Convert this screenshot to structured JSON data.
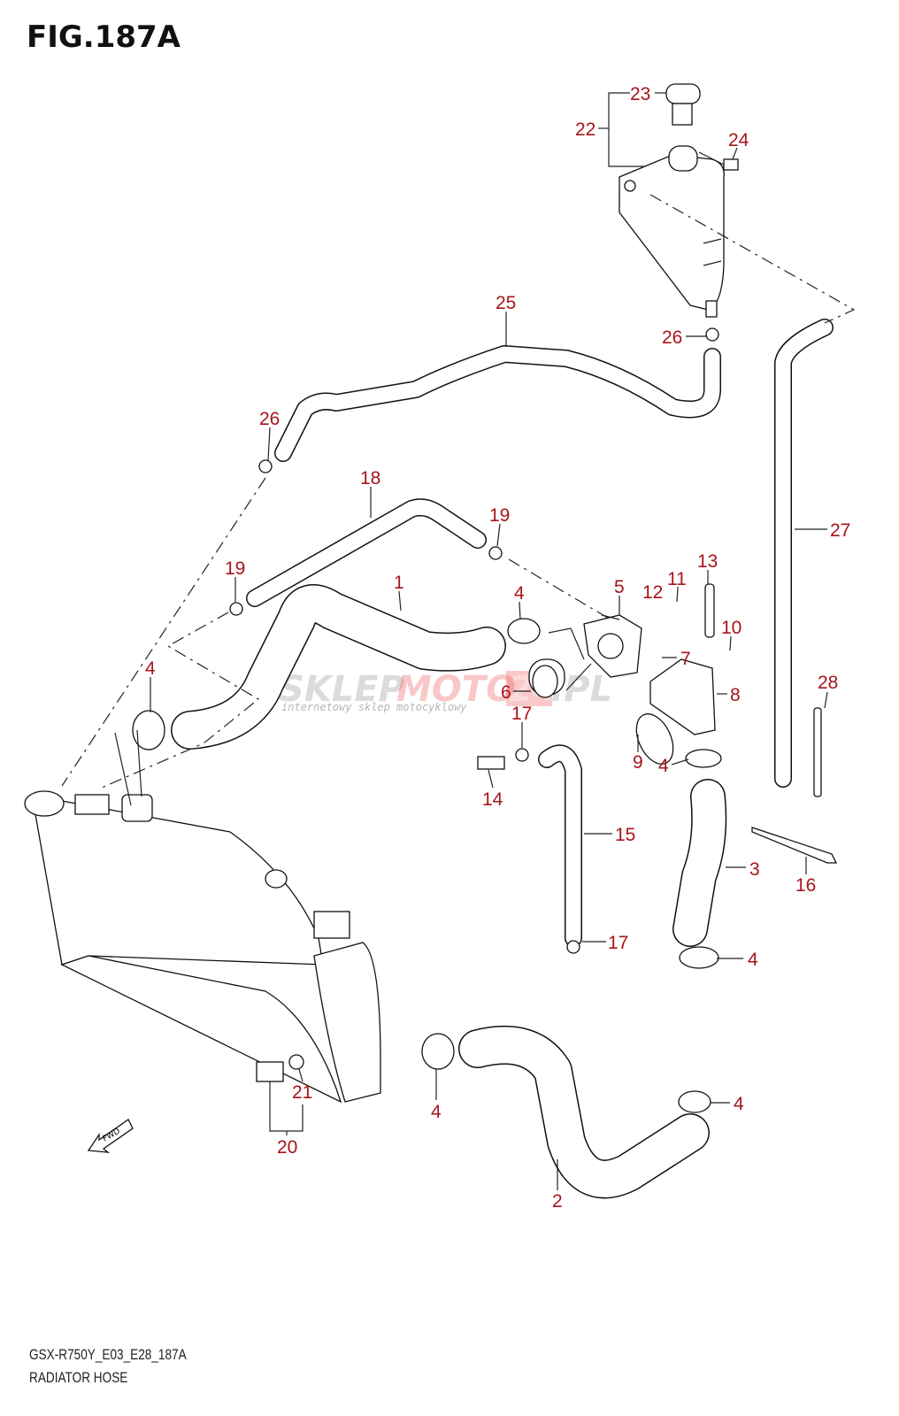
{
  "figure_title": "FIG.187A",
  "footer": {
    "code": "GSX-R750Y_E03_E28_187A",
    "name": "RADIATOR HOSE"
  },
  "watermark": {
    "brand_a": "SKLEP",
    "brand_b": "MOTO",
    "brand_c": "24",
    "brand_d": ".PL",
    "tagline": "internetowy sklep motocyklowy"
  },
  "fwd_label": "FWD",
  "callout_color": "#a8141a",
  "callouts": [
    "23",
    "22",
    "24",
    "25",
    "26",
    "26",
    "18",
    "19",
    "19",
    "1",
    "4",
    "5",
    "12",
    "11",
    "13",
    "27",
    "10",
    "7",
    "4",
    "6",
    "8",
    "28",
    "17",
    "9",
    "4",
    "14",
    "15",
    "3",
    "16",
    "17",
    "4",
    "21",
    "4",
    "4",
    "20",
    "2"
  ]
}
